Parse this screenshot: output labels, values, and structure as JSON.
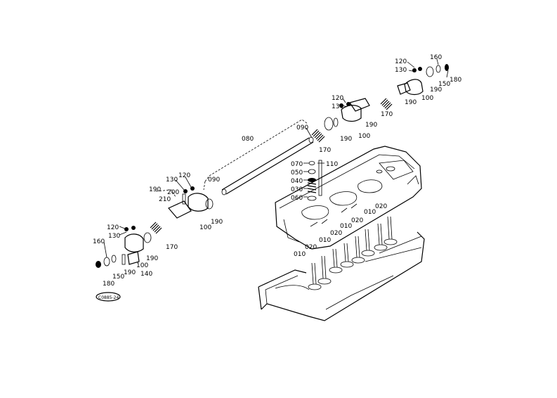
{
  "diagram": {
    "type": "exploded-parts-view",
    "logo_text": "C0885-24",
    "labels": {
      "l080": "080",
      "l090a": "090",
      "l090b": "090",
      "l070": "070",
      "l050": "050",
      "l040": "040",
      "l030": "030",
      "l060": "060",
      "l110": "110",
      "r_120": "120",
      "r_130": "130",
      "r_160": "160",
      "r_180": "180",
      "r_150": "150",
      "r_190a": "190",
      "r_100": "100",
      "r_170": "170",
      "r_190b": "190",
      "m_120": "120",
      "m_130": "130",
      "m_190a": "190",
      "m_100": "100",
      "m_190b": "190",
      "m_170": "170",
      "c_130": "130",
      "c_120": "120",
      "c_190": "190",
      "c_200": "200",
      "c_210": "210",
      "c_100": "100",
      "c_190b": "190",
      "c_170": "170",
      "l_120": "120",
      "l_130": "130",
      "l_160": "160",
      "l_190": "190",
      "l_100": "100",
      "l_150": "150",
      "l_190b": "190",
      "l_140": "140",
      "l_180": "180",
      "v_020a": "020",
      "v_010a": "010",
      "v_020b": "020",
      "v_010b": "010",
      "v_020c": "020",
      "v_010c": "010",
      "v_020d": "020",
      "v_010d": "010"
    }
  }
}
